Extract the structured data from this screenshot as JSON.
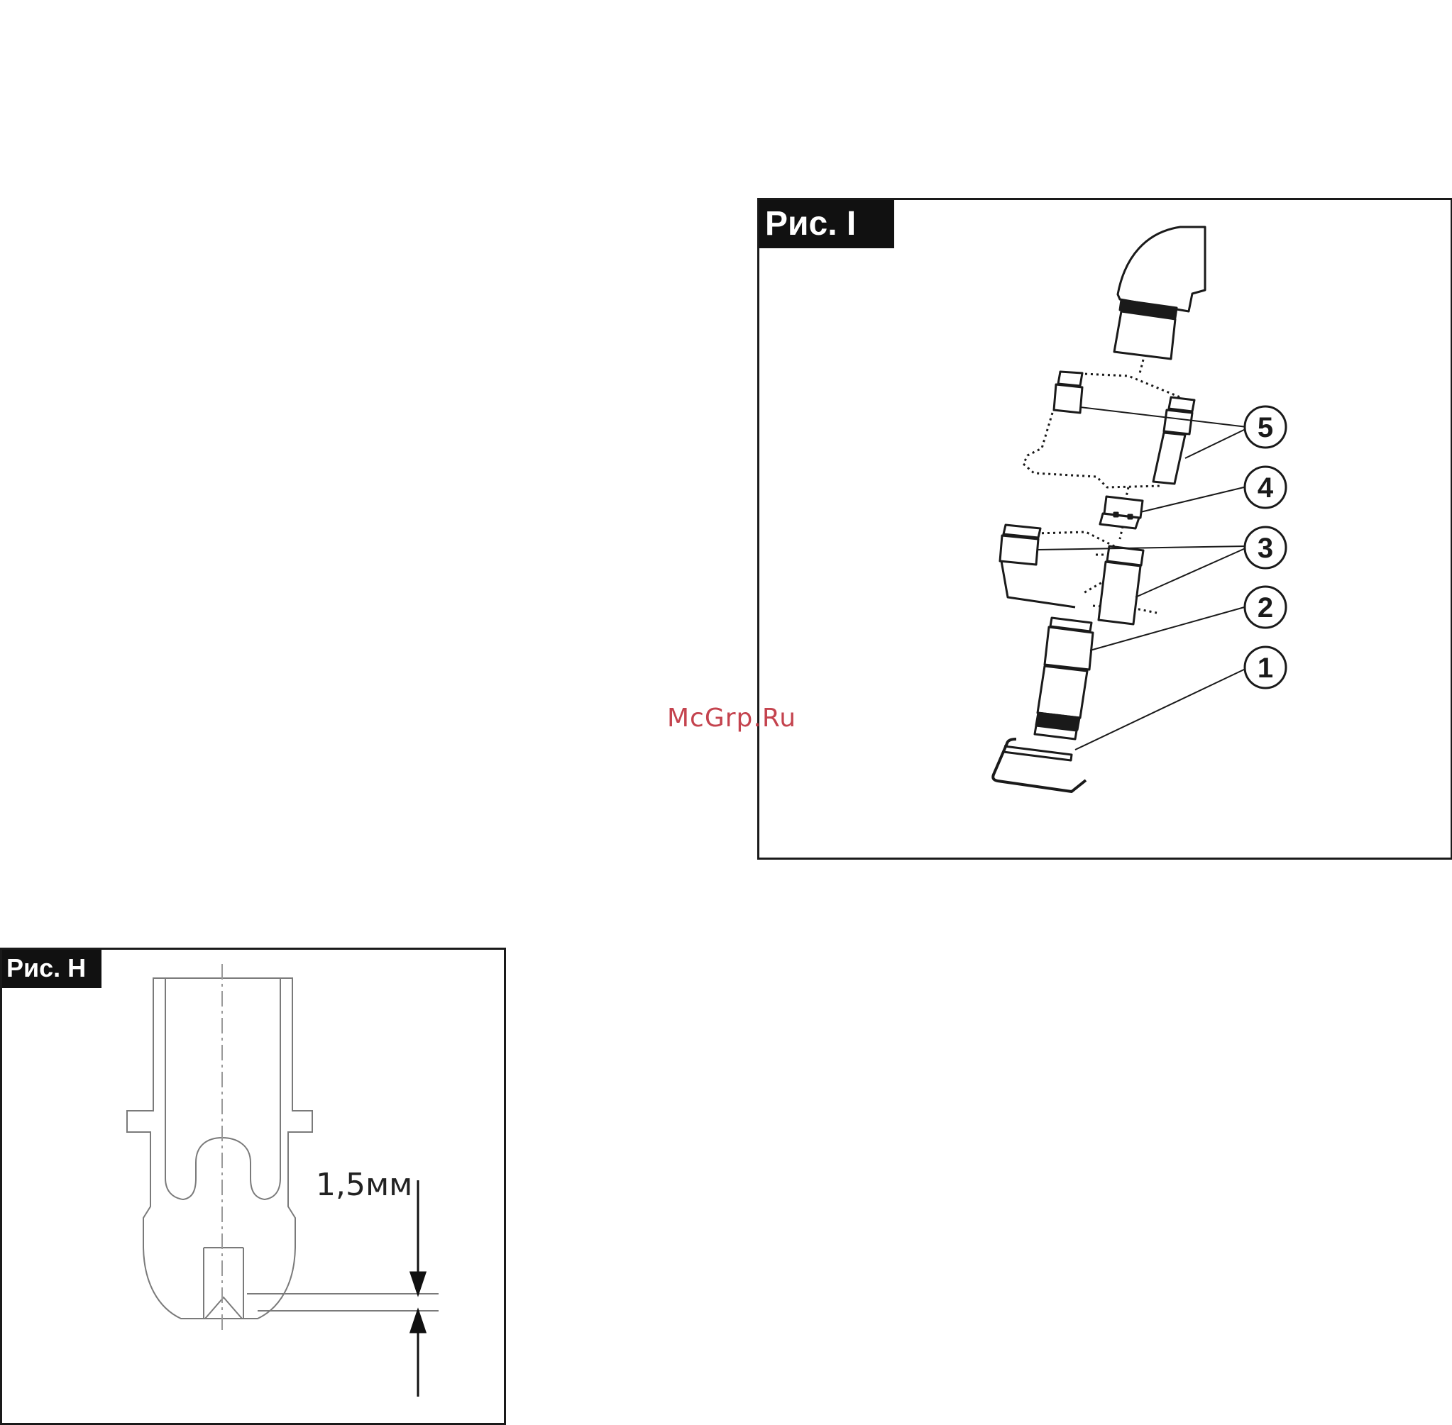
{
  "watermark": "McGrp.Ru",
  "figure_i": {
    "label": "Рис. I",
    "callouts": [
      "5",
      "4",
      "3",
      "2",
      "1"
    ]
  },
  "figure_h": {
    "label": "Рис. H",
    "dimension": "1,5мм"
  }
}
